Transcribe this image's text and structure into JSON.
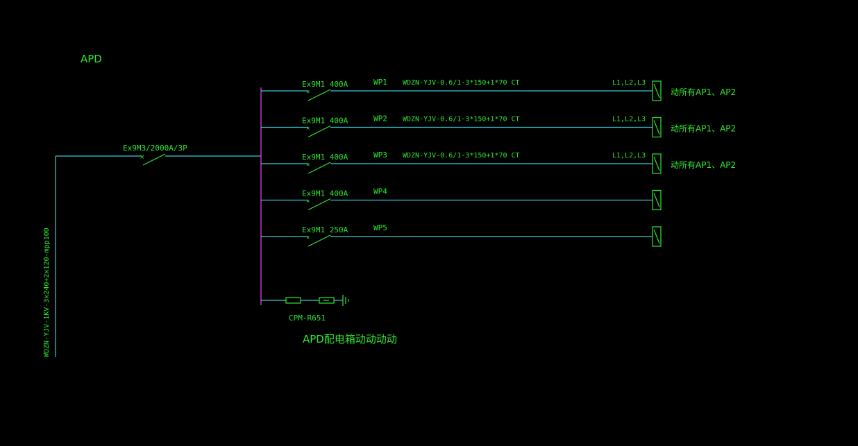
{
  "header_label": "APD",
  "caption": "APD配电箱动动动动",
  "incoming": {
    "cable": "WDZN-YJV-1KV-3x240+2x120-mpp100",
    "breaker": "Ex9M3/2000A/3P"
  },
  "circuits": [
    {
      "breaker": "Ex9M1 400A",
      "id": "WP1",
      "cable": "WDZN-YJV-0.6/1-3*150+1*70 CT",
      "phases": "L1,L2,L3",
      "dest": "动所有AP1、AP2"
    },
    {
      "breaker": "Ex9M1 400A",
      "id": "WP2",
      "cable": "WDZN-YJV-0.6/1-3*150+1*70 CT",
      "phases": "L1,L2,L3",
      "dest": "动所有AP1、AP2"
    },
    {
      "breaker": "Ex9M1 400A",
      "id": "WP3",
      "cable": "WDZN-YJV-0.6/1-3*150+1*70 CT",
      "phases": "L1,L2,L3",
      "dest": "动所有AP1、AP2"
    },
    {
      "breaker": "Ex9M1 400A",
      "id": "WP4",
      "cable": "",
      "phases": "",
      "dest": ""
    },
    {
      "breaker": "Ex9M1 250A",
      "id": "WP5",
      "cable": "",
      "phases": "",
      "dest": ""
    }
  ],
  "spd": {
    "label": "CPM-R651"
  },
  "colors": {
    "wire": "#36c8d8",
    "text": "#2fe82f",
    "busbar": "#d23cd2"
  }
}
